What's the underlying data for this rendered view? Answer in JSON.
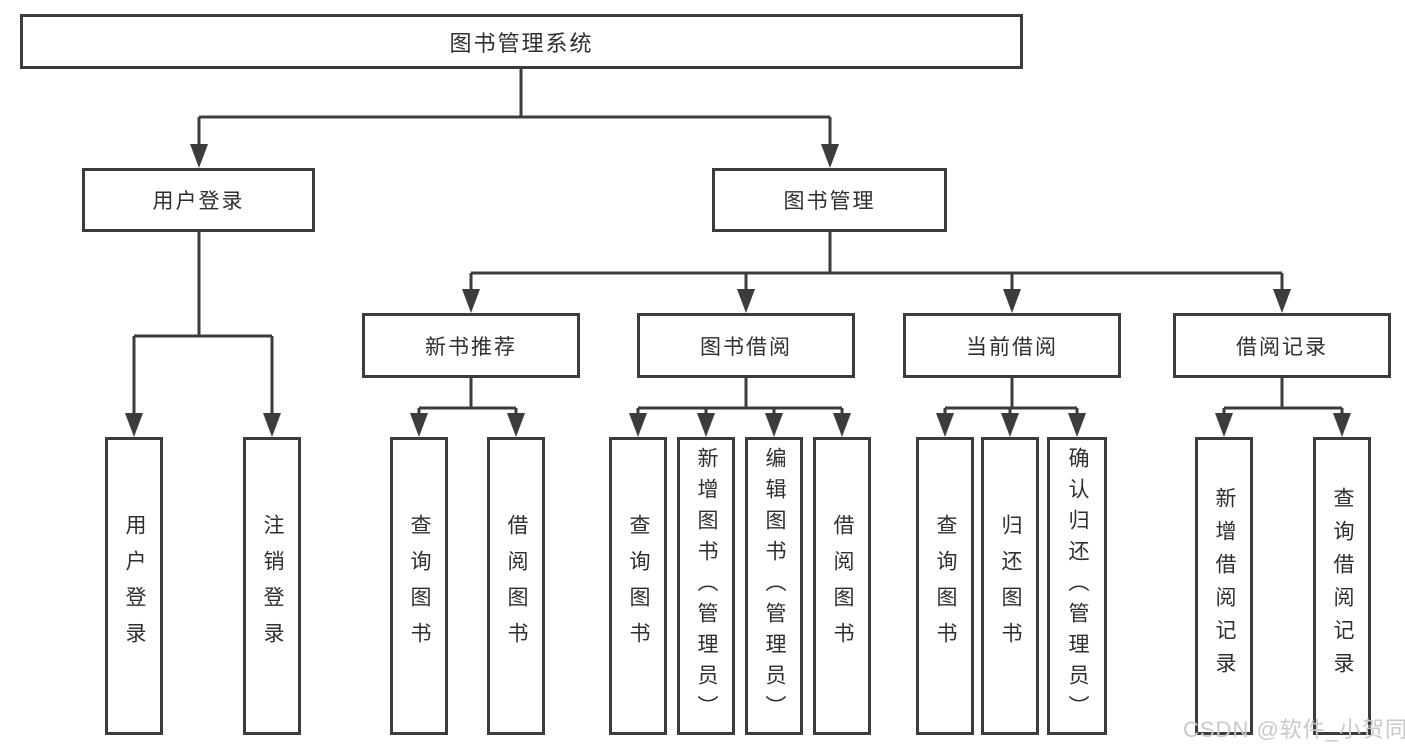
{
  "tree": {
    "label": "图书管理系统",
    "children": [
      {
        "label": "用户登录",
        "children": [
          {
            "label": "用户登录"
          },
          {
            "label": "注销登录"
          }
        ]
      },
      {
        "label": "图书管理",
        "children": [
          {
            "label": "新书推荐",
            "children": [
              {
                "label": "查询图书"
              },
              {
                "label": "借阅图书"
              }
            ]
          },
          {
            "label": "图书借阅",
            "children": [
              {
                "label": "查询图书"
              },
              {
                "label": "新增图书（管理员）"
              },
              {
                "label": "编辑图书（管理员）"
              },
              {
                "label": "借阅图书"
              }
            ]
          },
          {
            "label": "当前借阅",
            "children": [
              {
                "label": "查询图书"
              },
              {
                "label": "归还图书"
              },
              {
                "label": "确认归还（管理员）"
              }
            ]
          },
          {
            "label": "借阅记录",
            "children": [
              {
                "label": "新增借阅记录"
              },
              {
                "label": "查询借阅记录"
              }
            ]
          }
        ]
      }
    ]
  },
  "watermark": {
    "text": "CSDN @软件_小贺同学"
  },
  "colors": {
    "line": "#3c3c3c",
    "box_border": "#3c3c3c",
    "box_fill": "#ffffff",
    "text": "#2f2f2f",
    "watermark": "#c9c9c9",
    "background": "#ffffff"
  }
}
